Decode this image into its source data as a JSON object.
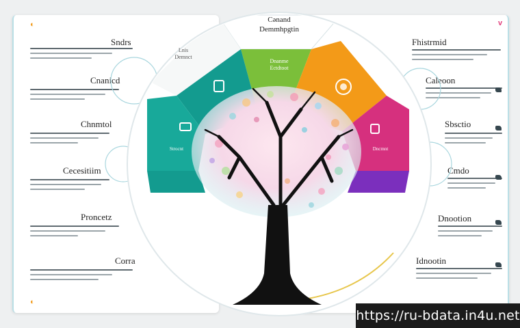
{
  "header": {
    "title": "Cənand",
    "subtitle": "Demmhpgtin"
  },
  "left_sections": [
    {
      "label": "Sndrs"
    },
    {
      "label": "Cnanicd"
    },
    {
      "label": "Chnmtol"
    },
    {
      "label": "Cecesitiim"
    },
    {
      "label": "Proncetz"
    },
    {
      "label": "Corra"
    }
  ],
  "right_sections": [
    {
      "label": "Fhistrmid"
    },
    {
      "label": "Caleoon"
    },
    {
      "label": "Sbsctio"
    },
    {
      "label": "Cmdo"
    },
    {
      "label": "Dnootion"
    },
    {
      "label": "Idnootin"
    }
  ],
  "wheel": {
    "top_left_label": "Lnis",
    "top_left_sub": "Demnct",
    "green_label": "Dnanme",
    "green_sub": "Ectdtoot",
    "teal_label": "Strocnt",
    "magenta_label": "Dncmnt"
  },
  "colors": {
    "teal": "#139b8f",
    "teal_light": "#18a99a",
    "green": "#7bbf3a",
    "orange": "#f39a18",
    "magenta": "#d6307e",
    "purple": "#7b2fbd",
    "trunk": "#111111",
    "accent": "#b9dfe6"
  },
  "icons": {
    "top_left_corner": "orange-logo-icon",
    "top_right_corner": "pink-v-icon",
    "bottom_left_corner": "orange-logo-icon"
  },
  "watermark": "https://ru-bdata.in4u.net"
}
